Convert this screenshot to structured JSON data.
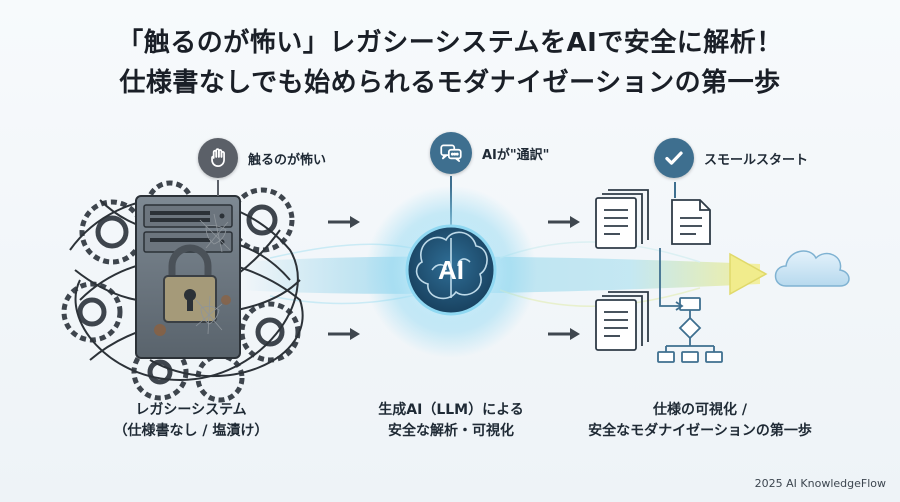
{
  "title": {
    "line1": "「触るのが怖い」レガシーシステムをAIで安全に解析！",
    "line2": "仕様書なしでも始められるモダナイゼーションの第一歩"
  },
  "stages": {
    "legacy": {
      "header_label": "触るのが怖い",
      "icon": "hand-stop-icon",
      "caption_line1": "レガシーシステム",
      "caption_line2": "（仕様書なし / 塩漬け）"
    },
    "ai": {
      "header_label": "AIが\"通訳\"",
      "icon": "chat-bubble-icon",
      "core_label": "AI",
      "caption_line1": "生成AI（LLM）による",
      "caption_line2": "安全な解析・可視化"
    },
    "result": {
      "header_label": "スモールスタート",
      "icon": "check-icon",
      "caption_line1": "仕様の可視化 /",
      "caption_line2": "安全なモダナイゼーションの第一歩"
    }
  },
  "footer": "2025 AI KnowledgeFlow",
  "colors": {
    "badge_dark": "#5a6068",
    "badge_blue": "#3e6f8f",
    "glow": "#7fd3f0",
    "arrow_light": "#bfe3f2",
    "arrow_yellow": "#f4ef9a",
    "accent_text": "#1a1f27"
  }
}
